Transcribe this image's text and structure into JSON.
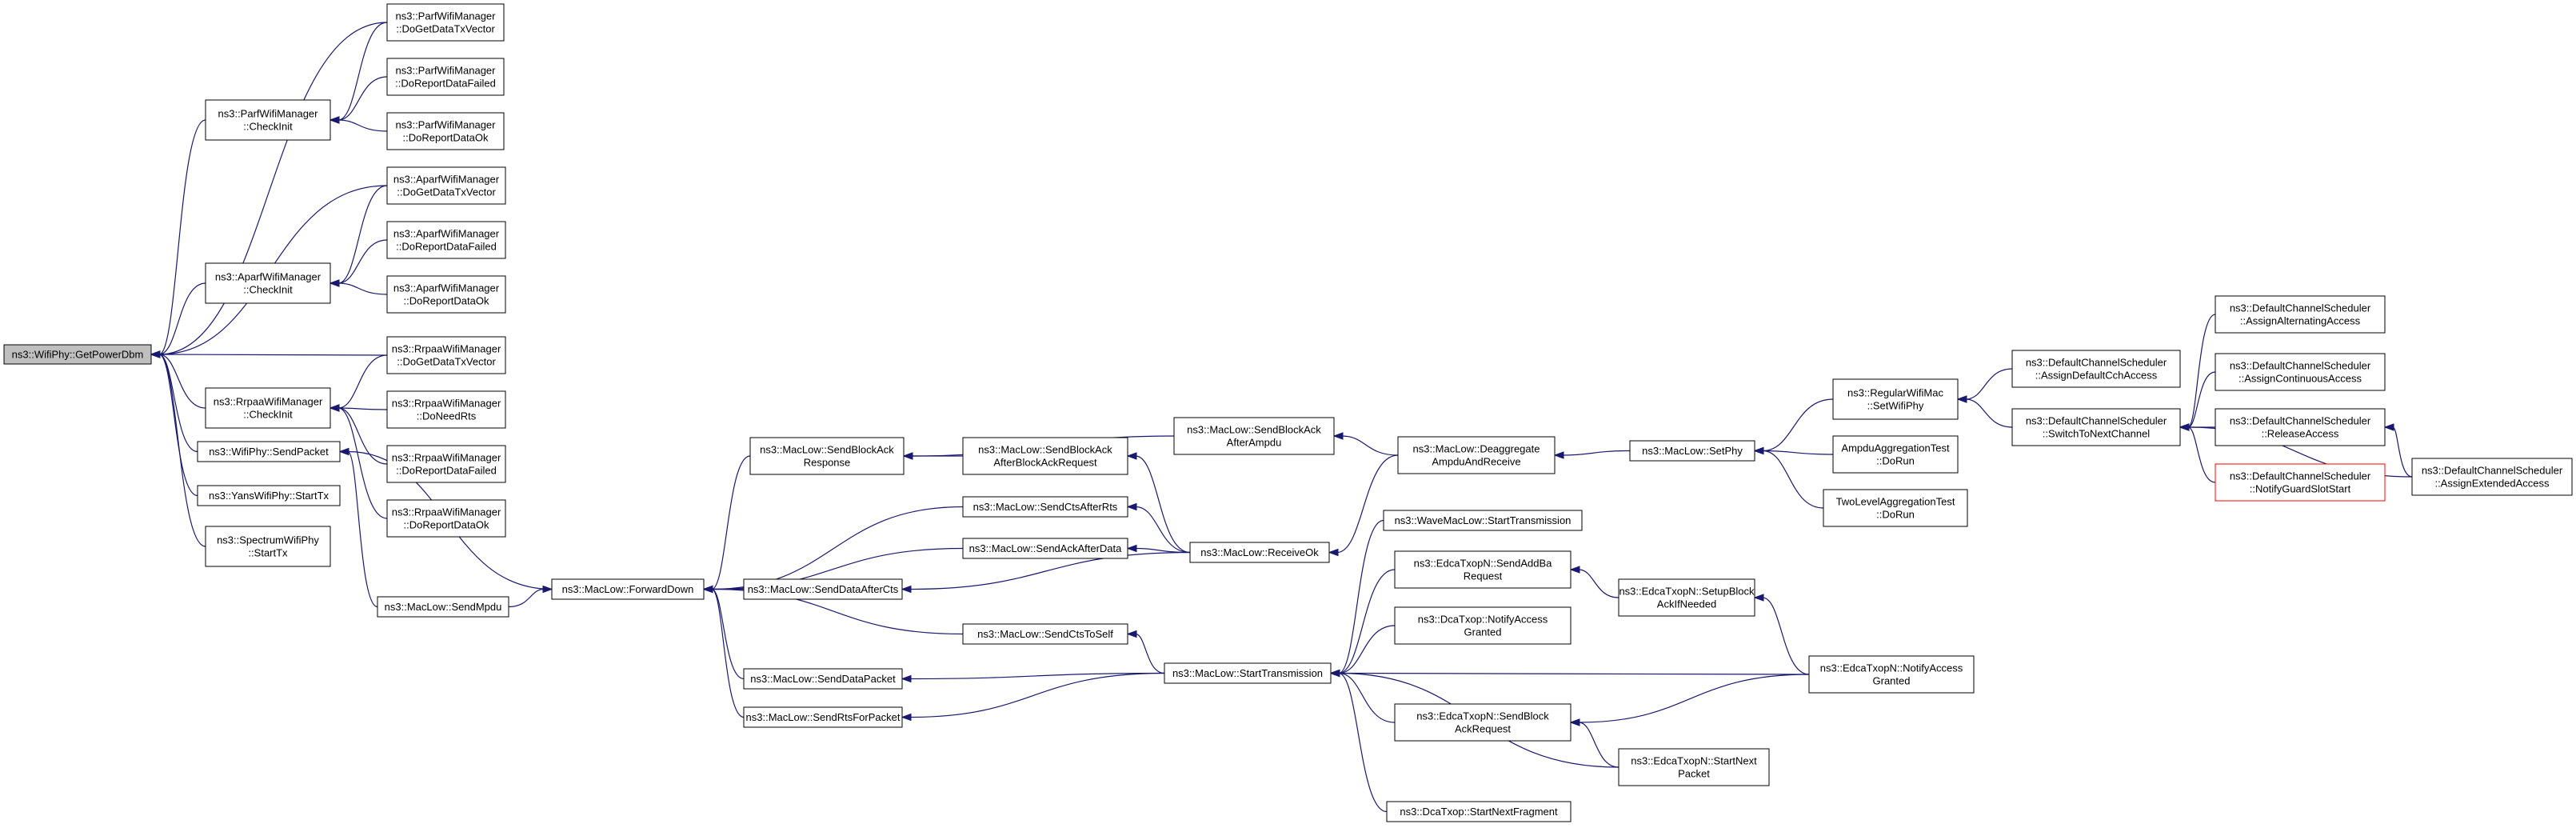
{
  "colors": {
    "edge": "#191970",
    "root_fill": "#bfbfbf",
    "node_border": "#000000",
    "highlight_border": "#ff0000"
  },
  "diagram": {
    "nodes": [
      {
        "id": "root",
        "lines": [
          "ns3::WifiPhy::GetPowerDbm"
        ],
        "style": "root"
      },
      {
        "id": "parf_ci",
        "lines": [
          "ns3::ParfWifiManager",
          "::CheckInit"
        ]
      },
      {
        "id": "parf_txv",
        "lines": [
          "ns3::ParfWifiManager",
          "::DoGetDataTxVector"
        ]
      },
      {
        "id": "parf_drf",
        "lines": [
          "ns3::ParfWifiManager",
          "::DoReportDataFailed"
        ]
      },
      {
        "id": "parf_drok",
        "lines": [
          "ns3::ParfWifiManager",
          "::DoReportDataOk"
        ]
      },
      {
        "id": "aparf_ci",
        "lines": [
          "ns3::AparfWifiManager",
          "::CheckInit"
        ]
      },
      {
        "id": "aparf_txv",
        "lines": [
          "ns3::AparfWifiManager",
          "::DoGetDataTxVector"
        ]
      },
      {
        "id": "aparf_drf",
        "lines": [
          "ns3::AparfWifiManager",
          "::DoReportDataFailed"
        ]
      },
      {
        "id": "aparf_drok",
        "lines": [
          "ns3::AparfWifiManager",
          "::DoReportDataOk"
        ]
      },
      {
        "id": "rrpaa_ci",
        "lines": [
          "ns3::RrpaaWifiManager",
          "::CheckInit"
        ]
      },
      {
        "id": "rrpaa_txv",
        "lines": [
          "ns3::RrpaaWifiManager",
          "::DoGetDataTxVector"
        ]
      },
      {
        "id": "rrpaa_dnr",
        "lines": [
          "ns3::RrpaaWifiManager",
          "::DoNeedRts"
        ]
      },
      {
        "id": "rrpaa_drf",
        "lines": [
          "ns3::RrpaaWifiManager",
          "::DoReportDataFailed"
        ]
      },
      {
        "id": "rrpaa_drok",
        "lines": [
          "ns3::RrpaaWifiManager",
          "::DoReportDataOk"
        ]
      },
      {
        "id": "sendpacket",
        "lines": [
          "ns3::WifiPhy::SendPacket"
        ]
      },
      {
        "id": "yans",
        "lines": [
          "ns3::YansWifiPhy::StartTx"
        ]
      },
      {
        "id": "spectrum",
        "lines": [
          "ns3::SpectrumWifiPhy",
          "::StartTx"
        ]
      },
      {
        "id": "sendmpdu",
        "lines": [
          "ns3::MacLow::SendMpdu"
        ]
      },
      {
        "id": "fwd",
        "lines": [
          "ns3::MacLow::ForwardDown"
        ]
      },
      {
        "id": "sbar",
        "lines": [
          "ns3::MacLow::SendBlockAck",
          "Response"
        ]
      },
      {
        "id": "sctsrts",
        "lines": [
          "ns3::MacLow::SendCtsAfterRts"
        ]
      },
      {
        "id": "sack",
        "lines": [
          "ns3::MacLow::SendAckAfterData"
        ]
      },
      {
        "id": "sdac",
        "lines": [
          "ns3::MacLow::SendDataAfterCts"
        ]
      },
      {
        "id": "scts",
        "lines": [
          "ns3::MacLow::SendCtsToSelf"
        ]
      },
      {
        "id": "sdp",
        "lines": [
          "ns3::MacLow::SendDataPacket"
        ]
      },
      {
        "id": "srfp",
        "lines": [
          "ns3::MacLow::SendRtsForPacket"
        ]
      },
      {
        "id": "sbaabr",
        "lines": [
          "ns3::MacLow::SendBlockAck",
          "AfterBlockAckRequest"
        ]
      },
      {
        "id": "sbaaa",
        "lines": [
          "ns3::MacLow::SendBlockAck",
          "AfterAmpdu"
        ]
      },
      {
        "id": "rxok",
        "lines": [
          "ns3::MacLow::ReceiveOk"
        ]
      },
      {
        "id": "deagg",
        "lines": [
          "ns3::MacLow::Deaggregate",
          "AmpduAndReceive"
        ]
      },
      {
        "id": "setphy",
        "lines": [
          "ns3::MacLow::SetPhy"
        ]
      },
      {
        "id": "regphy",
        "lines": [
          "ns3::RegularWifiMac",
          "::SetWifiPhy"
        ]
      },
      {
        "id": "ampdutest",
        "lines": [
          "AmpduAggregationTest",
          "::DoRun"
        ]
      },
      {
        "id": "twotest",
        "lines": [
          "TwoLevelAggregationTest",
          "::DoRun"
        ]
      },
      {
        "id": "adcch",
        "lines": [
          "ns3::DefaultChannelScheduler",
          "::AssignDefaultCchAccess"
        ]
      },
      {
        "id": "switch",
        "lines": [
          "ns3::DefaultChannelScheduler",
          "::SwitchToNextChannel"
        ]
      },
      {
        "id": "aalt",
        "lines": [
          "ns3::DefaultChannelScheduler",
          "::AssignAlternatingAccess"
        ]
      },
      {
        "id": "acont",
        "lines": [
          "ns3::DefaultChannelScheduler",
          "::AssignContinuousAccess"
        ]
      },
      {
        "id": "relacc",
        "lines": [
          "ns3::DefaultChannelScheduler",
          "::ReleaseAccess"
        ]
      },
      {
        "id": "ngss",
        "lines": [
          "ns3::DefaultChannelScheduler",
          "::NotifyGuardSlotStart"
        ],
        "style": "red"
      },
      {
        "id": "aext",
        "lines": [
          "ns3::DefaultChannelScheduler",
          "::AssignExtendedAccess"
        ]
      },
      {
        "id": "wavest",
        "lines": [
          "ns3::WaveMacLow::StartTransmission"
        ]
      },
      {
        "id": "sendaddba",
        "lines": [
          "ns3::EdcaTxopN::SendAddBa",
          "Request"
        ]
      },
      {
        "id": "dcanag",
        "lines": [
          "ns3::DcaTxop::NotifyAccess",
          "Granted"
        ]
      },
      {
        "id": "sbar2",
        "lines": [
          "ns3::EdcaTxopN::SendBlock",
          "AckRequest"
        ]
      },
      {
        "id": "dcasnf",
        "lines": [
          "ns3::DcaTxop::StartNextFragment"
        ]
      },
      {
        "id": "starttx",
        "lines": [
          "ns3::MacLow::StartTransmission"
        ]
      },
      {
        "id": "setupblock",
        "lines": [
          "ns3::EdcaTxopN::SetupBlock",
          "AckIfNeeded"
        ]
      },
      {
        "id": "edcanag",
        "lines": [
          "ns3::EdcaTxopN::NotifyAccess",
          "Granted"
        ]
      },
      {
        "id": "snp",
        "lines": [
          "ns3::EdcaTxopN::StartNext",
          "Packet"
        ]
      }
    ],
    "edges": [
      [
        "parf_ci",
        "root"
      ],
      [
        "parf_txv",
        "root"
      ],
      [
        "parf_txv",
        "parf_ci"
      ],
      [
        "parf_drf",
        "parf_ci"
      ],
      [
        "parf_drok",
        "parf_ci"
      ],
      [
        "aparf_ci",
        "root"
      ],
      [
        "aparf_txv",
        "root"
      ],
      [
        "aparf_txv",
        "aparf_ci"
      ],
      [
        "aparf_drf",
        "aparf_ci"
      ],
      [
        "aparf_drok",
        "aparf_ci"
      ],
      [
        "rrpaa_txv",
        "root"
      ],
      [
        "rrpaa_ci",
        "root"
      ],
      [
        "rrpaa_txv",
        "rrpaa_ci"
      ],
      [
        "rrpaa_dnr",
        "rrpaa_ci"
      ],
      [
        "rrpaa_drf",
        "rrpaa_ci"
      ],
      [
        "rrpaa_drok",
        "rrpaa_ci"
      ],
      [
        "sendpacket",
        "root"
      ],
      [
        "yans",
        "root"
      ],
      [
        "spectrum",
        "root"
      ],
      [
        "fwd",
        "sendpacket"
      ],
      [
        "sendmpdu",
        "sendpacket"
      ],
      [
        "sendmpdu",
        "fwd"
      ],
      [
        "sbar",
        "fwd"
      ],
      [
        "sctsrts",
        "fwd"
      ],
      [
        "sack",
        "fwd"
      ],
      [
        "sdac",
        "fwd"
      ],
      [
        "scts",
        "fwd"
      ],
      [
        "sdp",
        "fwd"
      ],
      [
        "srfp",
        "fwd"
      ],
      [
        "sbaabr",
        "sbar"
      ],
      [
        "sbaaa",
        "sbar"
      ],
      [
        "rxok",
        "sbaabr"
      ],
      [
        "rxok",
        "sctsrts"
      ],
      [
        "rxok",
        "sack"
      ],
      [
        "rxok",
        "sdac"
      ],
      [
        "deagg",
        "sbaaa"
      ],
      [
        "deagg",
        "rxok"
      ],
      [
        "setphy",
        "deagg"
      ],
      [
        "regphy",
        "setphy"
      ],
      [
        "ampdutest",
        "setphy"
      ],
      [
        "twotest",
        "setphy"
      ],
      [
        "adcch",
        "regphy"
      ],
      [
        "switch",
        "regphy"
      ],
      [
        "aalt",
        "switch"
      ],
      [
        "acont",
        "switch"
      ],
      [
        "relacc",
        "switch"
      ],
      [
        "ngss",
        "switch"
      ],
      [
        "aext",
        "switch"
      ],
      [
        "aext",
        "relacc"
      ],
      [
        "starttx",
        "scts"
      ],
      [
        "starttx",
        "sdp"
      ],
      [
        "starttx",
        "srfp"
      ],
      [
        "wavest",
        "starttx"
      ],
      [
        "sendaddba",
        "starttx"
      ],
      [
        "dcanag",
        "starttx"
      ],
      [
        "sbar2",
        "starttx"
      ],
      [
        "dcasnf",
        "starttx"
      ],
      [
        "edcanag",
        "starttx"
      ],
      [
        "snp",
        "starttx"
      ],
      [
        "setupblock",
        "sendaddba"
      ],
      [
        "edcanag",
        "setupblock"
      ],
      [
        "edcanag",
        "sbar2"
      ],
      [
        "snp",
        "sbar2"
      ]
    ]
  }
}
